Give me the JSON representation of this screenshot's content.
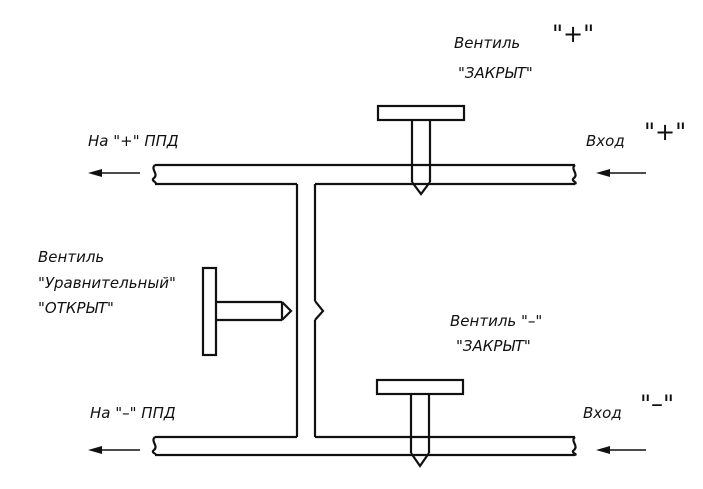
{
  "labels": {
    "valve_plus_name": "Вентиль",
    "valve_plus_sign": "\"+\"",
    "valve_plus_state": "\"ЗАКРЫТ\"",
    "output_plus": "На \"+\" ППД",
    "input_plus_word": "Вход",
    "input_plus_sign": "\"+\"",
    "valve_eq_name": "Вентиль",
    "valve_eq_type": "\"Уравнительный\"",
    "valve_eq_state": "\"ОТКРЫТ\"",
    "valve_minus_name": "Вентиль \"–\"",
    "valve_minus_state": "\"ЗАКРЫТ\"",
    "output_minus": "На \"–\" ППД",
    "input_minus_word": "Вход",
    "input_minus_sign": "\"–\""
  },
  "colors": {
    "line": "#111111",
    "background": "#ffffff"
  }
}
